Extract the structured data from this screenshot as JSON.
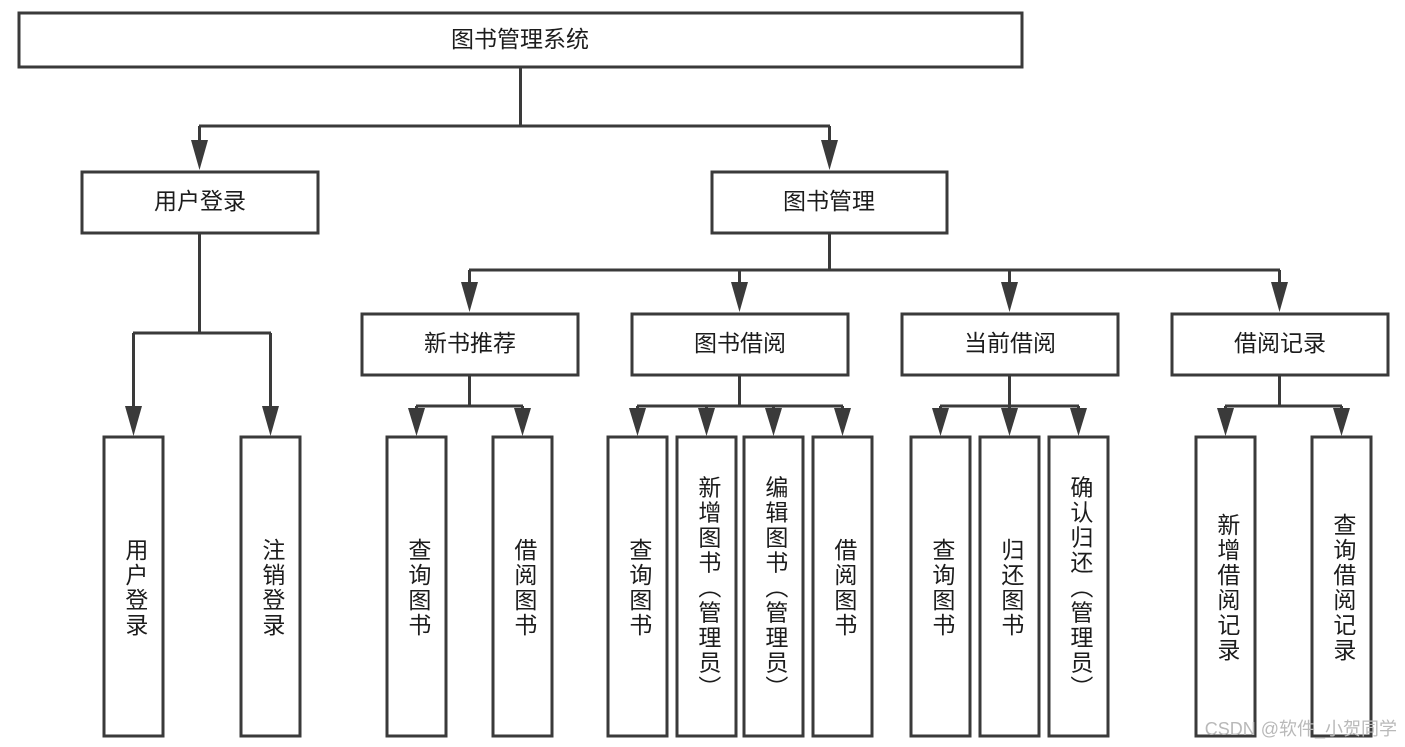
{
  "diagram": {
    "title": "图书管理系统",
    "type": "tree-hierarchy",
    "root": {
      "label": "图书管理系统"
    },
    "level1": [
      {
        "label": "用户登录"
      },
      {
        "label": "图书管理"
      }
    ],
    "level2": [
      {
        "label": "新书推荐"
      },
      {
        "label": "图书借阅"
      },
      {
        "label": "当前借阅"
      },
      {
        "label": "借阅记录"
      }
    ],
    "leaves": {
      "user_login": [
        {
          "label": "用户登录"
        },
        {
          "label": "注销登录"
        }
      ],
      "new_book_recommend": [
        {
          "label": "查询图书"
        },
        {
          "label": "借阅图书"
        }
      ],
      "book_borrow": [
        {
          "label": "查询图书"
        },
        {
          "label": "新增图书（管理员）"
        },
        {
          "label": "编辑图书（管理员）"
        },
        {
          "label": "借阅图书"
        }
      ],
      "current_borrow": [
        {
          "label": "查询图书"
        },
        {
          "label": "归还图书"
        },
        {
          "label": "确认归还（管理员）"
        }
      ],
      "borrow_records": [
        {
          "label": "新增借阅记录"
        },
        {
          "label": "查询借阅记录"
        }
      ]
    }
  },
  "watermark": {
    "text": "CSDN @软件_小贺同学"
  },
  "colors": {
    "stroke": "#3a3a3a",
    "fill": "#ffffff",
    "text": "#1c1c1c",
    "watermark": "#b9b9b9"
  }
}
